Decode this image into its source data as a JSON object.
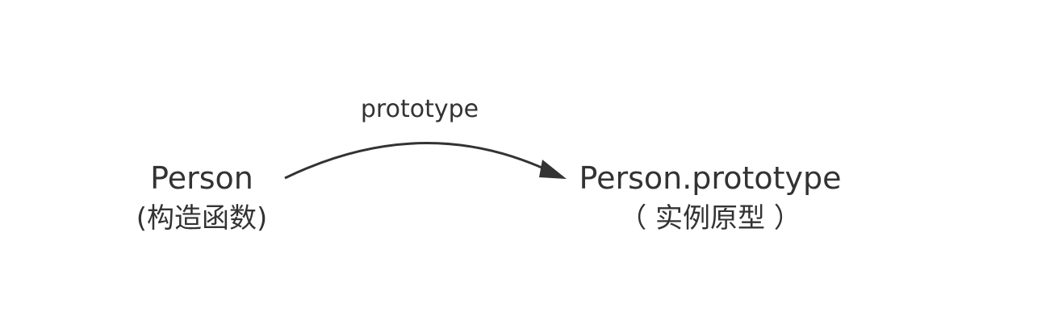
{
  "diagram": {
    "nodes": [
      {
        "id": "person",
        "title": "Person",
        "subtitle": "(构造函数)"
      },
      {
        "id": "person-prototype",
        "title": "Person.prototype",
        "subtitle": "（ 实例原型 ）"
      }
    ],
    "edges": [
      {
        "from": "person",
        "to": "person-prototype",
        "label": "prototype"
      }
    ]
  },
  "colors": {
    "text": "#333333",
    "arrow": "#333333",
    "background": "#ffffff"
  }
}
